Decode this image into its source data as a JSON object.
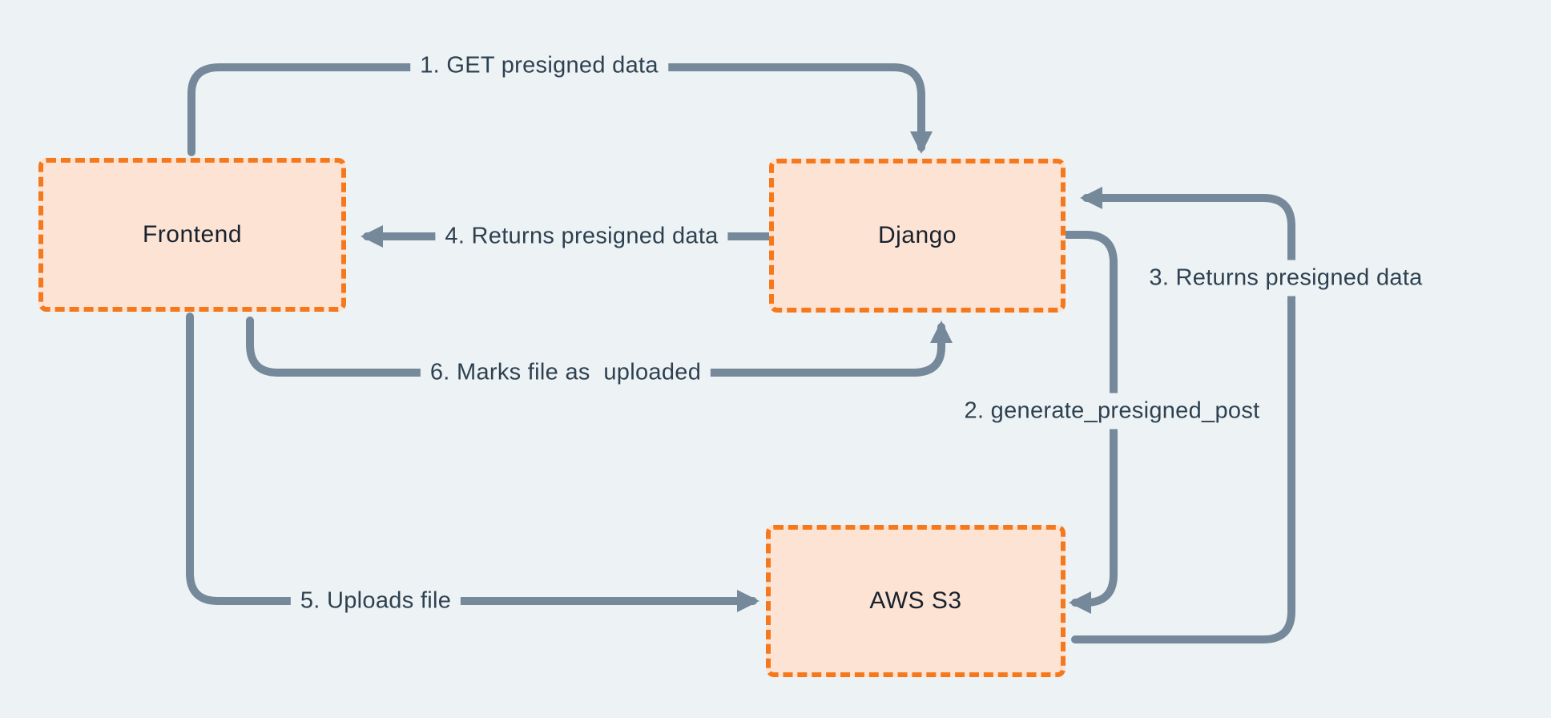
{
  "title": "Presigned upload flow diagram",
  "colors": {
    "background": "#edf2f5",
    "box-fill": "#fde3d4",
    "box-border": "#f5791c",
    "connector": "#75899a",
    "box-text": "#18222e",
    "label-text": "#2e4150"
  },
  "nodes": [
    {
      "id": "frontend",
      "label": "Frontend"
    },
    {
      "id": "django",
      "label": "Django"
    },
    {
      "id": "aws-s3",
      "label": "AWS S3"
    }
  ],
  "edges": [
    {
      "step": 1,
      "label": "1. GET presigned data",
      "from": "Frontend",
      "to": "Django"
    },
    {
      "step": 2,
      "label": "2. generate_presigned_post",
      "from": "Django",
      "to": "AWS S3"
    },
    {
      "step": 3,
      "label": "3. Returns presigned data",
      "from": "AWS S3",
      "to": "Django"
    },
    {
      "step": 4,
      "label": "4. Returns presigned data",
      "from": "Django",
      "to": "Frontend"
    },
    {
      "step": 5,
      "label": "5. Uploads file",
      "from": "Frontend",
      "to": "AWS S3"
    },
    {
      "step": 6,
      "label": "6. Marks file as  uploaded",
      "from": "Frontend",
      "to": "Django"
    }
  ]
}
